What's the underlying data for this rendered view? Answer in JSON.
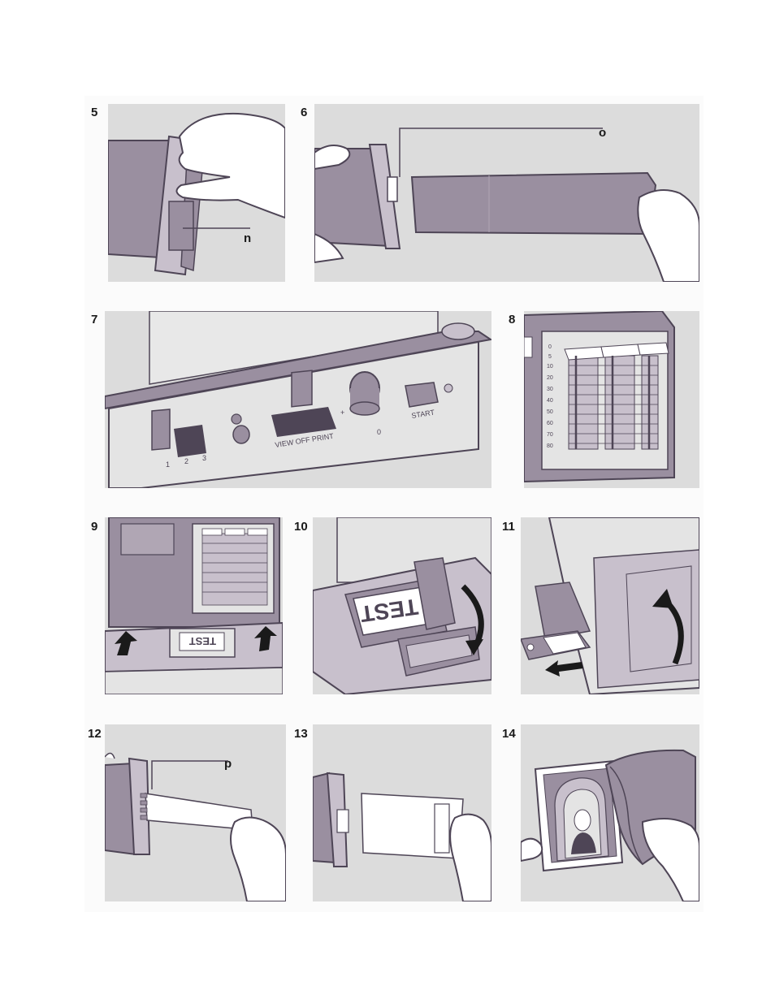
{
  "steps": [
    {
      "number": "5",
      "callouts": [
        "n"
      ]
    },
    {
      "number": "6",
      "callouts": [
        "o"
      ]
    },
    {
      "number": "7",
      "labels": {
        "positions": [
          "1",
          "2",
          "3"
        ],
        "switch": "VIEW OFF PRINT",
        "dial_plus": "+",
        "dial_zero": "0",
        "start": "START"
      }
    },
    {
      "number": "8",
      "scale": [
        "0",
        "5",
        "10",
        "20",
        "30",
        "40",
        "50",
        "60",
        "70",
        "80"
      ]
    },
    {
      "number": "9",
      "test_text": "TEST"
    },
    {
      "number": "10",
      "test_text": "TEST"
    },
    {
      "number": "11"
    },
    {
      "number": "12",
      "callouts": [
        "p"
      ]
    },
    {
      "number": "13"
    },
    {
      "number": "14"
    }
  ],
  "colors": {
    "panel_bg": "#dcdcdc",
    "ink_purple": "#4e4556",
    "device_purple": "#9a8fa0",
    "light_purple": "#c8c0cc",
    "white": "#ffffff"
  }
}
